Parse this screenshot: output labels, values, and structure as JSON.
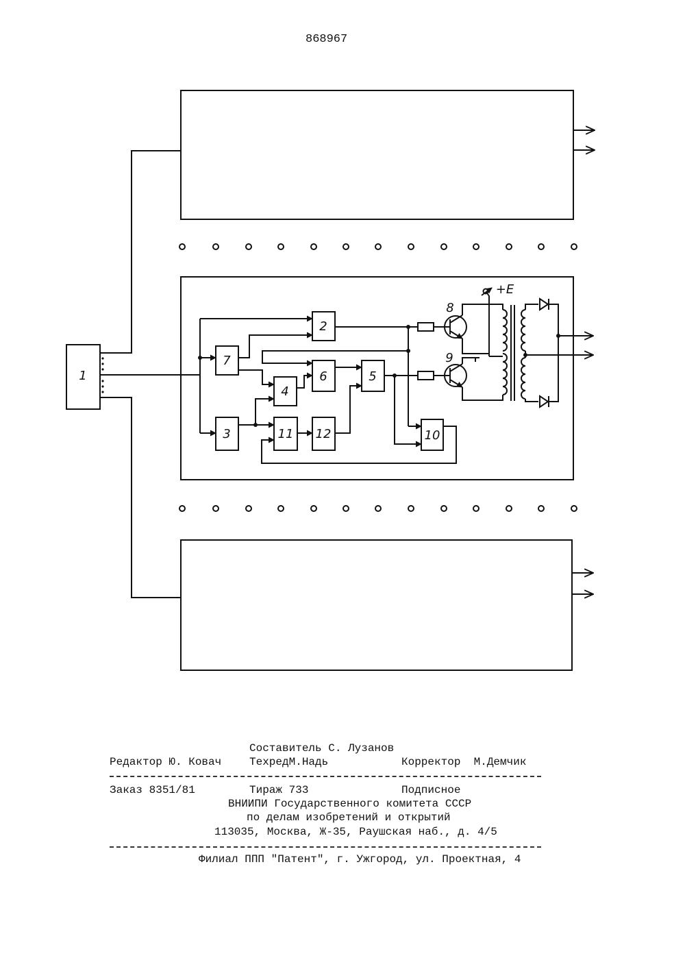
{
  "document": {
    "patent_number": "868967"
  },
  "diagram": {
    "block_labels": {
      "b1": "1",
      "b2": "2",
      "b3": "3",
      "b4": "4",
      "b5": "5",
      "b6": "6",
      "b7": "7",
      "b10": "10",
      "b11": "11",
      "b12": "12"
    },
    "transistor_labels": {
      "t8": "8",
      "t9": "9"
    },
    "supply_label": "+E"
  },
  "footer": {
    "composer": "Составитель С. Лузанов",
    "editor": "Редактор Ю. Ковач",
    "techred": "ТехредМ.Надь",
    "corrector": "Корректор  М.Демчик",
    "order": "Заказ 8351/81",
    "circulation": "Тираж 733",
    "subscription": "Подписное",
    "org_line1": "ВНИИПИ Государственного комитета СССР",
    "org_line2": "по делам изобретений и открытий",
    "address": "113035, Москва, Ж-35, Раушская наб., д. 4/5",
    "branch": "Филиал ППП \"Патент\", г. Ужгород, ул. Проектная, 4"
  }
}
